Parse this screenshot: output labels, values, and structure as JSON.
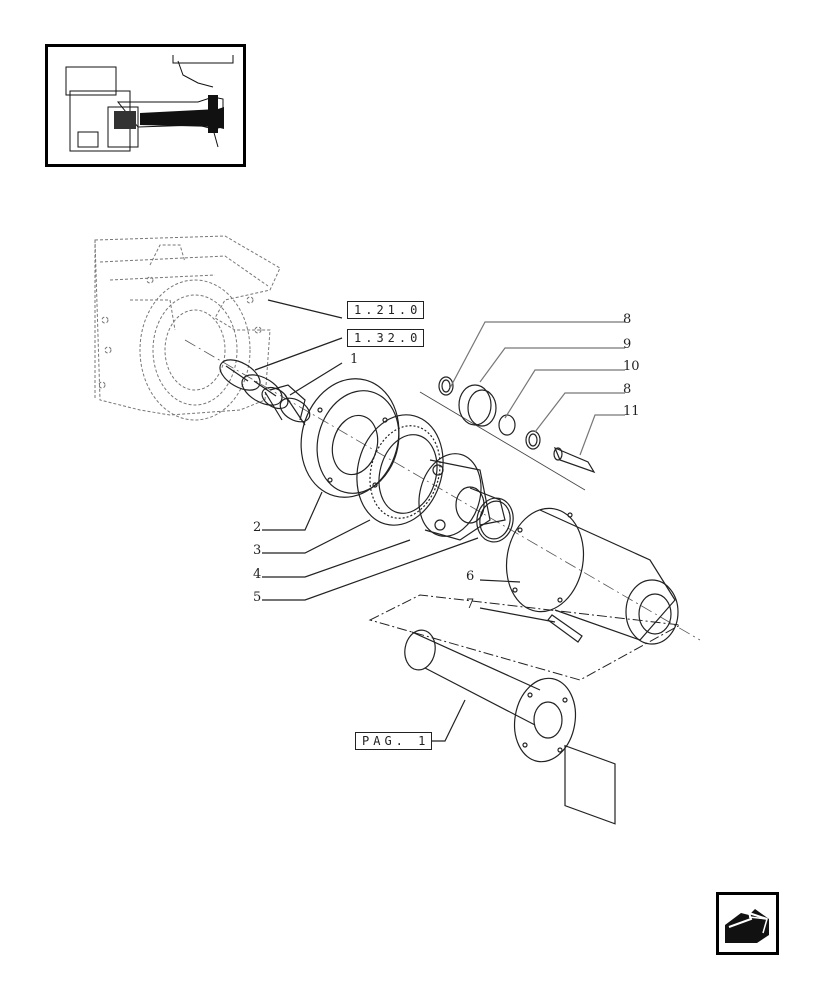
{
  "thumbnail": {
    "icon": "tractor-transmission-thumbnail-icon"
  },
  "references": {
    "ref_a": "1.21.0",
    "ref_b": "1.32.0",
    "page_ref": "PAG. 1"
  },
  "callouts": [
    "1",
    "2",
    "3",
    "4",
    "5",
    "6",
    "7",
    "8",
    "9",
    "10",
    "8",
    "11"
  ],
  "navigation": {
    "icon": "back-arrow-icon"
  },
  "colors": {
    "line": "#222222",
    "background": "#ffffff"
  }
}
